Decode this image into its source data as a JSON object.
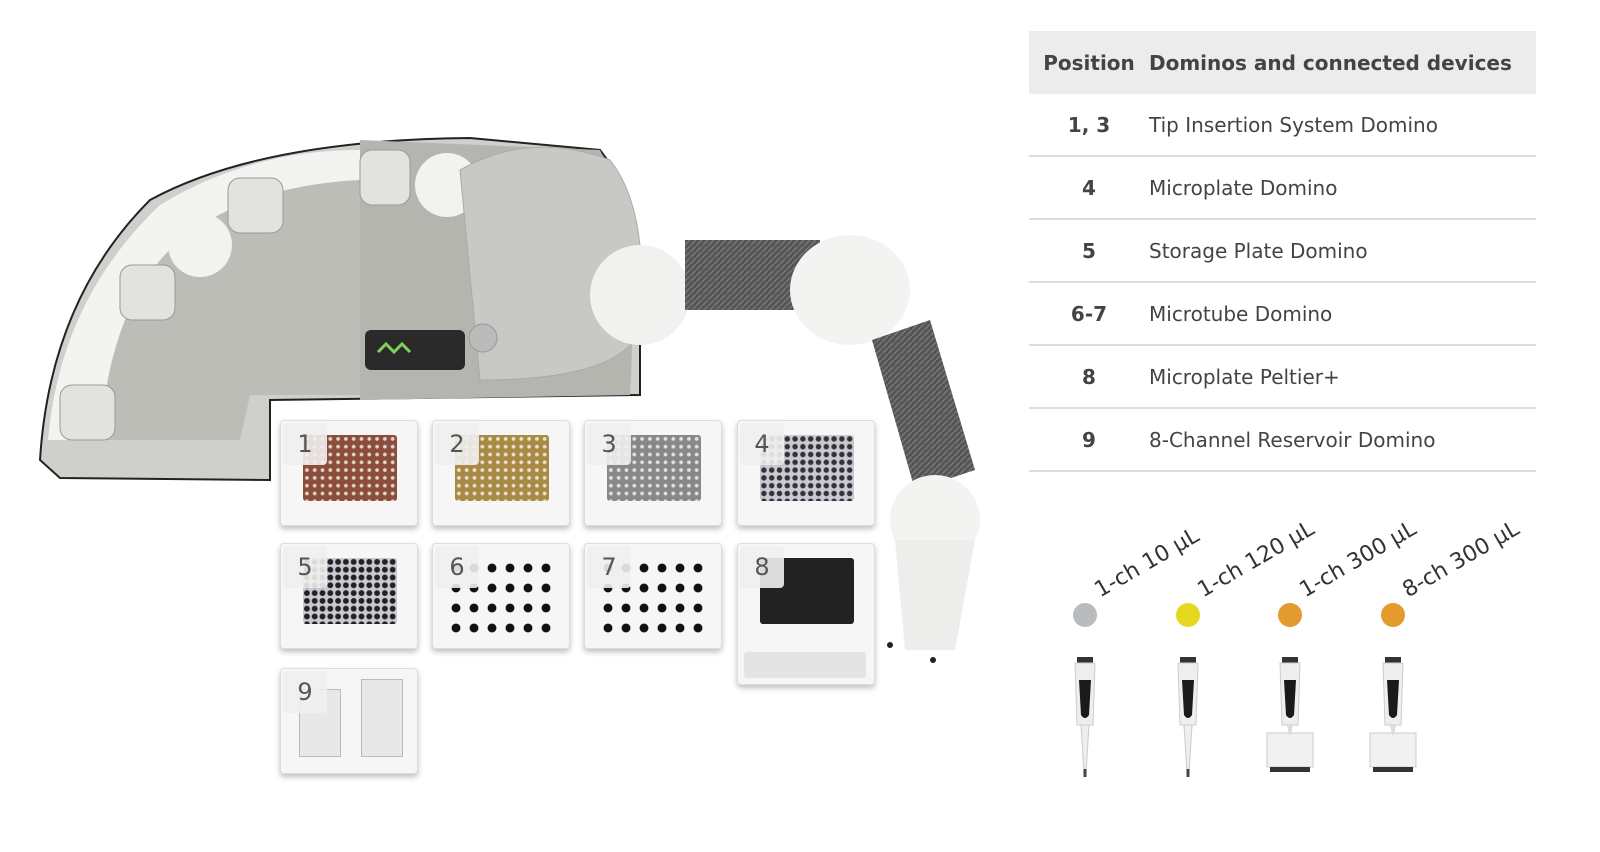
{
  "table": {
    "headers": [
      "Position",
      "Dominos and connected devices"
    ],
    "rows": [
      {
        "position": "1, 3",
        "device": "Tip Insertion System Domino"
      },
      {
        "position": "4",
        "device": "Microplate Domino"
      },
      {
        "position": "5",
        "device": "Storage Plate Domino"
      },
      {
        "position": "6-7",
        "device": "Microtube Domino"
      },
      {
        "position": "8",
        "device": "Microplate Peltier+"
      },
      {
        "position": "9",
        "device": "8-Channel Reservoir Domino"
      }
    ]
  },
  "deck": {
    "tiles": [
      "1",
      "2",
      "3",
      "4",
      "5",
      "6",
      "7",
      "8",
      "9"
    ]
  },
  "pipettes": [
    {
      "label": "1-ch 10 µL",
      "color": "#b9bcbf"
    },
    {
      "label": "1-ch 120 µL",
      "color": "#e6d81f"
    },
    {
      "label": "1-ch 300 µL",
      "color": "#e39a2f"
    },
    {
      "label": "8-ch 300 µL",
      "color": "#e39a2f"
    }
  ]
}
